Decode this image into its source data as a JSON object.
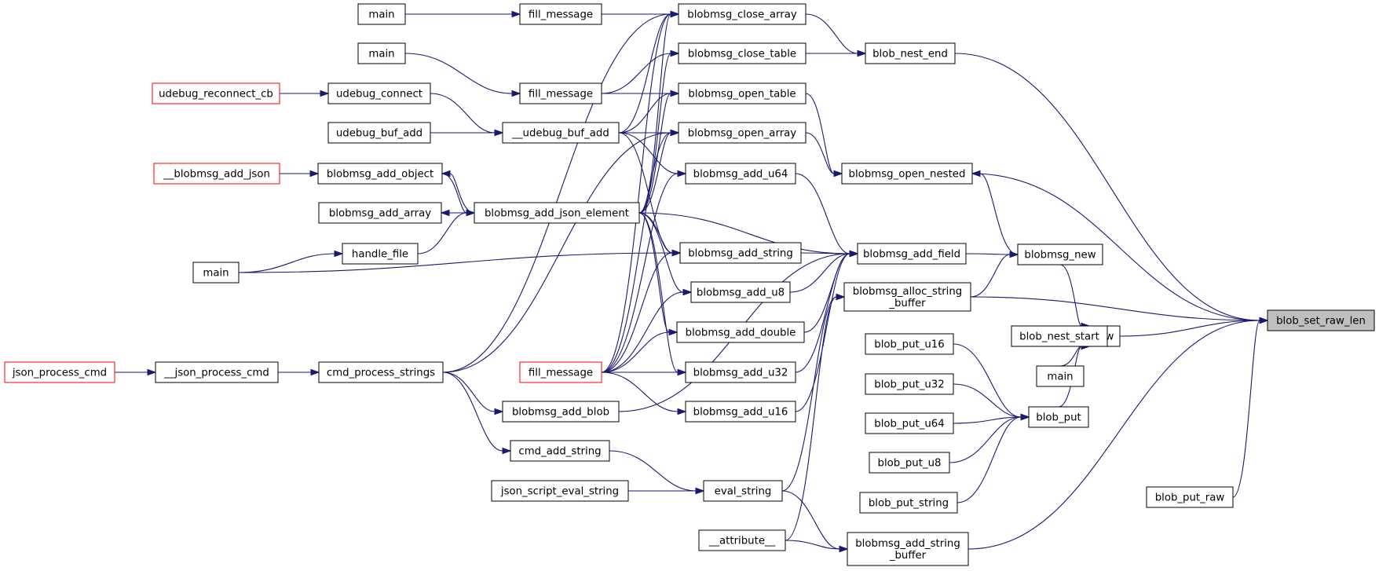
{
  "colors": {
    "edge": "#191970",
    "node_border": "#000000",
    "external_border": "#ff0000",
    "focus_fill": "#bfbfbf",
    "node_fill": "#ffffff"
  },
  "nodes": [
    {
      "id": "blob_set_raw_len",
      "lines": [
        "blob_set_raw_len"
      ],
      "style": "focus"
    },
    {
      "id": "blob_nest_end",
      "lines": [
        "blob_nest_end"
      ]
    },
    {
      "id": "blobmsg_open_nested",
      "lines": [
        "blobmsg_open_nested"
      ]
    },
    {
      "id": "blobmsg_alloc_string_buffer",
      "lines": [
        "blobmsg_alloc_string",
        "_buffer"
      ]
    },
    {
      "id": "blob_new",
      "lines": [
        "blob_new"
      ]
    },
    {
      "id": "blobmsg_add_string_buffer",
      "lines": [
        "blobmsg_add_string",
        "_buffer"
      ]
    },
    {
      "id": "blob_put_raw",
      "lines": [
        "blob_put_raw"
      ]
    },
    {
      "id": "blobmsg_close_array",
      "lines": [
        "blobmsg_close_array"
      ]
    },
    {
      "id": "blobmsg_close_table",
      "lines": [
        "blobmsg_close_table"
      ]
    },
    {
      "id": "blobmsg_open_table",
      "lines": [
        "blobmsg_open_table"
      ]
    },
    {
      "id": "blobmsg_open_array",
      "lines": [
        "blobmsg_open_array"
      ]
    },
    {
      "id": "blobmsg_add_field",
      "lines": [
        "blobmsg_add_field"
      ]
    },
    {
      "id": "blobmsg_new",
      "lines": [
        "blobmsg_new"
      ]
    },
    {
      "id": "blob_nest_start",
      "lines": [
        "blob_nest_start"
      ]
    },
    {
      "id": "blob_put",
      "lines": [
        "blob_put"
      ]
    },
    {
      "id": "main_bn",
      "lines": [
        "main"
      ]
    },
    {
      "id": "blob_put_u16",
      "lines": [
        "blob_put_u16"
      ]
    },
    {
      "id": "blob_put_u32",
      "lines": [
        "blob_put_u32"
      ]
    },
    {
      "id": "blob_put_u64",
      "lines": [
        "blob_put_u64"
      ]
    },
    {
      "id": "blob_put_u8",
      "lines": [
        "blob_put_u8"
      ]
    },
    {
      "id": "blob_put_string",
      "lines": [
        "blob_put_string"
      ]
    },
    {
      "id": "eval_string",
      "lines": [
        "eval_string"
      ]
    },
    {
      "id": "attribute",
      "lines": [
        "__attribute__"
      ]
    },
    {
      "id": "blobmsg_add_u64",
      "lines": [
        "blobmsg_add_u64"
      ]
    },
    {
      "id": "blobmsg_add_string",
      "lines": [
        "blobmsg_add_string"
      ]
    },
    {
      "id": "blobmsg_add_u8",
      "lines": [
        "blobmsg_add_u8"
      ]
    },
    {
      "id": "blobmsg_add_double",
      "lines": [
        "blobmsg_add_double"
      ]
    },
    {
      "id": "blobmsg_add_u32",
      "lines": [
        "blobmsg_add_u32"
      ]
    },
    {
      "id": "blobmsg_add_u16",
      "lines": [
        "blobmsg_add_u16"
      ]
    },
    {
      "id": "fill_message_1",
      "lines": [
        "fill_message"
      ]
    },
    {
      "id": "fill_message_2",
      "lines": [
        "fill_message"
      ]
    },
    {
      "id": "fill_message_3",
      "lines": [
        "fill_message"
      ],
      "style": "red"
    },
    {
      "id": "udebug_buf_add_inner",
      "lines": [
        "__udebug_buf_add"
      ]
    },
    {
      "id": "blobmsg_add_json_element",
      "lines": [
        "blobmsg_add_json_element"
      ]
    },
    {
      "id": "blobmsg_add_blob",
      "lines": [
        "blobmsg_add_blob"
      ]
    },
    {
      "id": "cmd_add_string",
      "lines": [
        "cmd_add_string"
      ]
    },
    {
      "id": "json_script_eval_string",
      "lines": [
        "json_script_eval_string"
      ]
    },
    {
      "id": "main_1",
      "lines": [
        "main"
      ]
    },
    {
      "id": "main_2",
      "lines": [
        "main"
      ]
    },
    {
      "id": "udebug_connect",
      "lines": [
        "udebug_connect"
      ]
    },
    {
      "id": "udebug_buf_add",
      "lines": [
        "udebug_buf_add"
      ]
    },
    {
      "id": "blobmsg_add_object",
      "lines": [
        "blobmsg_add_object"
      ]
    },
    {
      "id": "blobmsg_add_array",
      "lines": [
        "blobmsg_add_array"
      ]
    },
    {
      "id": "handle_file",
      "lines": [
        "handle_file"
      ]
    },
    {
      "id": "cmd_process_strings",
      "lines": [
        "cmd_process_strings"
      ]
    },
    {
      "id": "udebug_reconnect_cb",
      "lines": [
        "udebug_reconnect_cb"
      ],
      "style": "red"
    },
    {
      "id": "blobmsg_add_json_ext",
      "lines": [
        "__blobmsg_add_json"
      ],
      "style": "red"
    },
    {
      "id": "main_3",
      "lines": [
        "main"
      ]
    },
    {
      "id": "json_process_cmd_inner",
      "lines": [
        "__json_process_cmd"
      ]
    },
    {
      "id": "json_process_cmd",
      "lines": [
        "json_process_cmd"
      ],
      "style": "red"
    }
  ],
  "edges": [
    [
      "blob_nest_end",
      "blob_set_raw_len"
    ],
    [
      "blobmsg_open_nested",
      "blob_set_raw_len"
    ],
    [
      "blobmsg_alloc_string_buffer",
      "blob_set_raw_len"
    ],
    [
      "blob_new",
      "blob_set_raw_len"
    ],
    [
      "blobmsg_add_string_buffer",
      "blob_set_raw_len"
    ],
    [
      "blob_put_raw",
      "blob_set_raw_len"
    ],
    [
      "blobmsg_close_array",
      "blob_nest_end"
    ],
    [
      "blobmsg_close_table",
      "blob_nest_end"
    ],
    [
      "blobmsg_open_table",
      "blobmsg_open_nested"
    ],
    [
      "blobmsg_open_array",
      "blobmsg_open_nested"
    ],
    [
      "blobmsg_new",
      "blobmsg_open_nested"
    ],
    [
      "blobmsg_alloc_string_buffer",
      "blobmsg_new"
    ],
    [
      "blobmsg_add_field",
      "blobmsg_new"
    ],
    [
      "blob_nest_start",
      "blob_new"
    ],
    [
      "main_bn",
      "blob_new"
    ],
    [
      "blob_put",
      "blob_new"
    ],
    [
      "blobmsg_new",
      "blob_new"
    ],
    [
      "blob_put_u16",
      "blob_put"
    ],
    [
      "blob_put_u32",
      "blob_put"
    ],
    [
      "blob_put_u64",
      "blob_put"
    ],
    [
      "blob_put_u8",
      "blob_put"
    ],
    [
      "blob_put_string",
      "blob_put"
    ],
    [
      "eval_string",
      "blobmsg_add_string_buffer"
    ],
    [
      "attribute",
      "blobmsg_add_string_buffer"
    ],
    [
      "eval_string",
      "blobmsg_alloc_string_buffer"
    ],
    [
      "attribute",
      "blobmsg_alloc_string_buffer"
    ],
    [
      "blobmsg_add_u64",
      "blobmsg_add_field"
    ],
    [
      "blobmsg_add_string",
      "blobmsg_add_field"
    ],
    [
      "blobmsg_add_u8",
      "blobmsg_add_field"
    ],
    [
      "blobmsg_add_double",
      "blobmsg_add_field"
    ],
    [
      "blobmsg_add_u32",
      "blobmsg_add_field"
    ],
    [
      "blobmsg_add_u16",
      "blobmsg_add_field"
    ],
    [
      "blobmsg_add_json_element",
      "blobmsg_add_field"
    ],
    [
      "blobmsg_add_blob",
      "blobmsg_add_field"
    ],
    [
      "fill_message_1",
      "blobmsg_close_array"
    ],
    [
      "fill_message_2",
      "blobmsg_close_table"
    ],
    [
      "fill_message_2",
      "blobmsg_open_table"
    ],
    [
      "udebug_buf_add_inner",
      "blobmsg_open_table"
    ],
    [
      "udebug_buf_add_inner",
      "blobmsg_open_array"
    ],
    [
      "udebug_buf_add_inner",
      "blobmsg_close_array"
    ],
    [
      "blobmsg_add_json_element",
      "blobmsg_close_array"
    ],
    [
      "blobmsg_add_json_element",
      "blobmsg_close_table"
    ],
    [
      "blobmsg_add_json_element",
      "blobmsg_open_table"
    ],
    [
      "blobmsg_add_json_element",
      "blobmsg_open_array"
    ],
    [
      "cmd_process_strings",
      "blobmsg_close_array"
    ],
    [
      "cmd_process_strings",
      "blobmsg_open_array"
    ],
    [
      "fill_message_3",
      "blobmsg_close_array"
    ],
    [
      "fill_message_3",
      "blobmsg_open_array"
    ],
    [
      "udebug_buf_add_inner",
      "blobmsg_add_u64"
    ],
    [
      "udebug_buf_add_inner",
      "blobmsg_add_string"
    ],
    [
      "blobmsg_add_json_element",
      "blobmsg_add_string"
    ],
    [
      "blobmsg_add_json_element",
      "blobmsg_add_u8"
    ],
    [
      "blobmsg_add_json_element",
      "blobmsg_add_double"
    ],
    [
      "blobmsg_add_json_element",
      "blobmsg_add_u32"
    ],
    [
      "main_2",
      "blobmsg_add_string"
    ],
    [
      "fill_message_3",
      "blobmsg_add_string"
    ],
    [
      "fill_message_3",
      "blobmsg_add_u8"
    ],
    [
      "fill_message_3",
      "blobmsg_add_double"
    ],
    [
      "fill_message_3",
      "blobmsg_add_u32"
    ],
    [
      "fill_message_3",
      "blobmsg_add_u16"
    ],
    [
      "fill_message_3",
      "blobmsg_add_u64"
    ],
    [
      "main_3",
      "fill_message_1"
    ],
    [
      "main_1",
      "fill_message_2"
    ],
    [
      "udebug_connect",
      "udebug_buf_add_inner"
    ],
    [
      "udebug_buf_add",
      "udebug_buf_add_inner"
    ],
    [
      "udebug_reconnect_cb",
      "udebug_connect"
    ],
    [
      "blobmsg_add_json_ext",
      "blobmsg_add_object"
    ],
    [
      "blobmsg_add_object",
      "blobmsg_add_json_element"
    ],
    [
      "blobmsg_add_json_element",
      "blobmsg_add_object"
    ],
    [
      "blobmsg_add_array",
      "blobmsg_add_json_element"
    ],
    [
      "blobmsg_add_json_element",
      "blobmsg_add_array"
    ],
    [
      "handle_file",
      "blobmsg_add_json_element"
    ],
    [
      "main_2",
      "handle_file"
    ],
    [
      "json_process_cmd",
      "json_process_cmd_inner"
    ],
    [
      "json_process_cmd_inner",
      "cmd_process_strings"
    ],
    [
      "cmd_process_strings",
      "blobmsg_add_blob"
    ],
    [
      "cmd_process_strings",
      "cmd_add_string"
    ],
    [
      "cmd_add_string",
      "eval_string"
    ],
    [
      "json_script_eval_string",
      "eval_string"
    ]
  ]
}
